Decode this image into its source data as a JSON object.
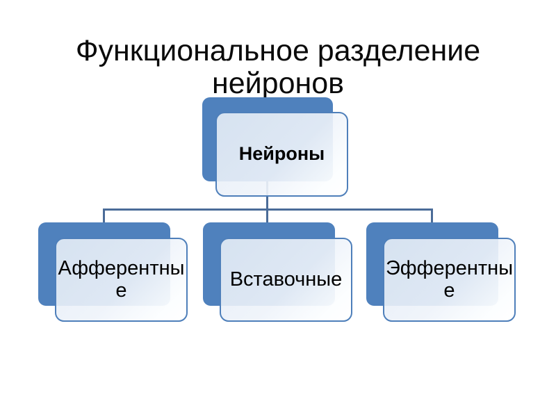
{
  "slide": {
    "title": "Функциональное разделение нейронов",
    "background_color": "#FFFFFF"
  },
  "diagram": {
    "type": "hierarchy",
    "root": {
      "label": "Нейроны"
    },
    "children": [
      {
        "label": "Афферентны\nе"
      },
      {
        "label": "Вставочные"
      },
      {
        "label": "Эфферентны\nе"
      }
    ],
    "colors": {
      "shape_accent_fill": "#4F81BD",
      "card_border": "#4E7FBA",
      "card_fill_top": "#E9EFF7",
      "card_fill_bottom": "#FFFFFF",
      "connector": "#4B6C98",
      "text": "#000000",
      "title_text": "#0A0A0A"
    }
  }
}
